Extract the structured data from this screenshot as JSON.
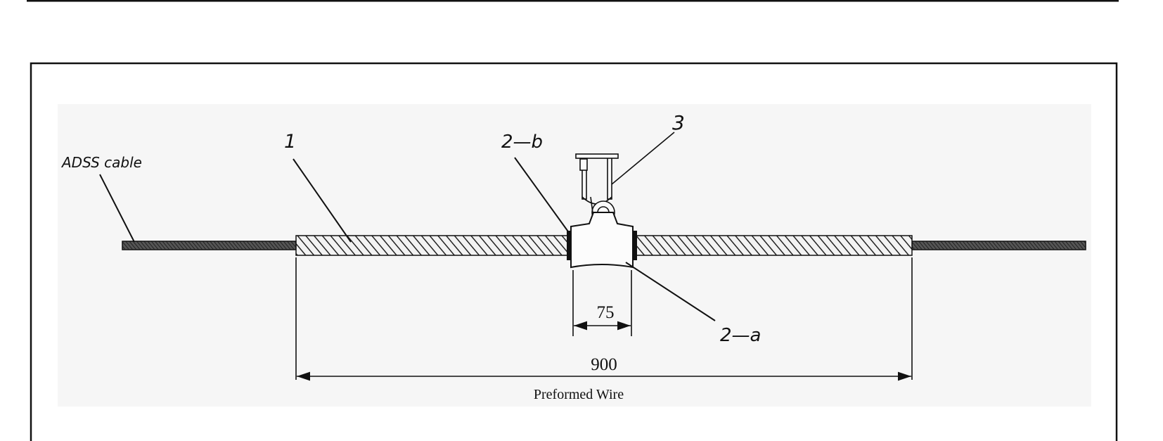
{
  "labels": {
    "cable": "ADSS cable",
    "part_1": "1",
    "part_2b": "2—b",
    "part_3": "3",
    "part_2a": "2—a",
    "dim_small": "75",
    "dim_overall": "900",
    "caption": "Preformed Wire"
  },
  "colors": {
    "line": "#111111",
    "panel": "#f6f6f6",
    "background": "#ffffff"
  },
  "icons": {
    "clamp": "suspension-clamp-icon",
    "clevis": "clevis-fitting-icon"
  }
}
